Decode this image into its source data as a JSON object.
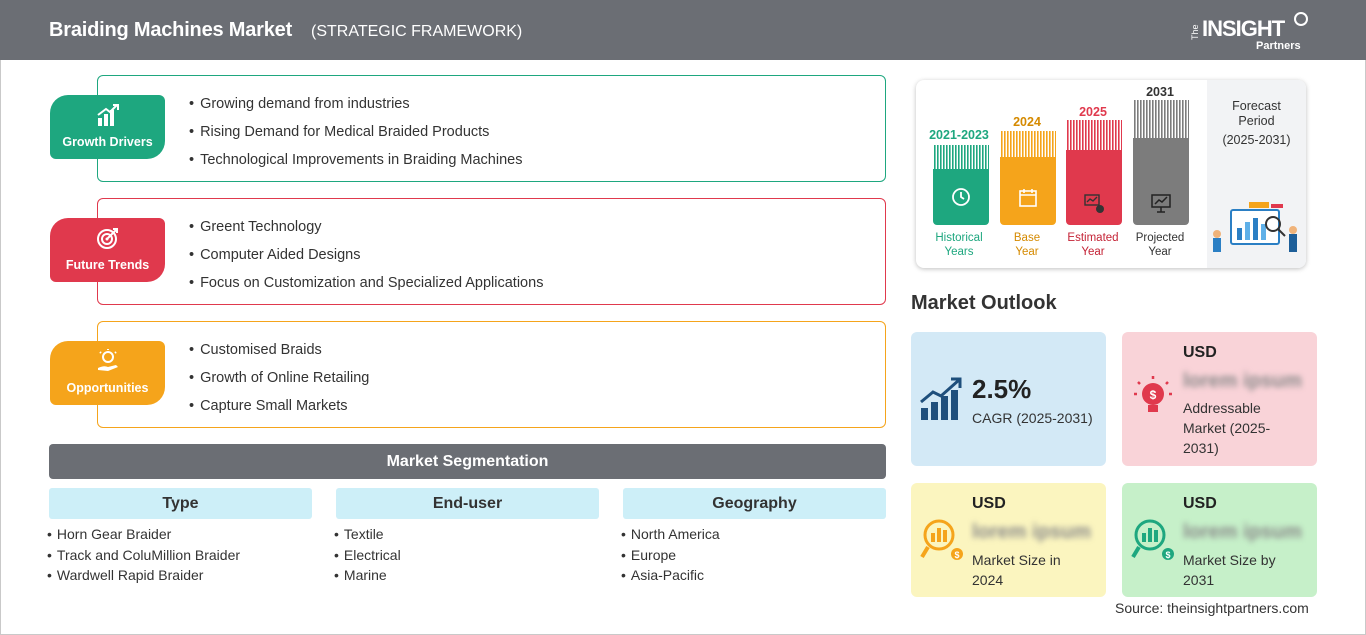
{
  "header": {
    "title": "Braiding Machines Market",
    "subtitle": "(STRATEGIC FRAMEWORK)",
    "logo_the": "The",
    "logo_insight": "INSIGHT",
    "logo_partners": "Partners"
  },
  "framework": [
    {
      "label": "Growth Drivers",
      "color": "#1ea77f",
      "items": [
        "Growing demand from industries",
        "Rising Demand for Medical Braided Products",
        "Technological Improvements in Braiding Machines"
      ]
    },
    {
      "label": "Future Trends",
      "color": "#e0394d",
      "items": [
        "Greent Technology",
        "Computer Aided Designs",
        "Focus on Customization and Specialized Applications"
      ]
    },
    {
      "label": "Opportunities",
      "color": "#f5a41b",
      "items": [
        "Customised Braids",
        "Growth of Online Retailing",
        "Capture Small Markets"
      ]
    }
  ],
  "segmentation": {
    "title": "Market Segmentation",
    "columns": [
      {
        "head": "Type",
        "items": [
          "Horn Gear Braider",
          "Track and ColuMillion Braider",
          "Wardwell Rapid Braider"
        ]
      },
      {
        "head": "End-user",
        "items": [
          "Textile",
          "Electrical",
          "Marine"
        ]
      },
      {
        "head": "Geography",
        "items": [
          "North America",
          "Europe",
          "Asia-Pacific"
        ]
      }
    ]
  },
  "timeline": {
    "columns": [
      {
        "year": "2021-2023",
        "caption_1": "Historical",
        "caption_2": "Years",
        "color": "#1ea77f"
      },
      {
        "year": "2024",
        "caption_1": "Base",
        "caption_2": "Year",
        "color": "#f5a41b"
      },
      {
        "year": "2025",
        "caption_1": "Estimated",
        "caption_2": "Year",
        "color": "#e0394d"
      },
      {
        "year": "2031",
        "caption_1": "Projected",
        "caption_2": "Year",
        "color": "#7c7c7c"
      }
    ],
    "forecast_1": "Forecast",
    "forecast_2": "Period",
    "forecast_3": "(2025-2031)"
  },
  "outlook": {
    "title": "Market Outlook",
    "cagr_value": "2.5%",
    "cagr_label": "CAGR (2025-2031)",
    "addressable_usd": "USD",
    "addressable_value": "lorem ipsum",
    "addressable_l1": "Addressable",
    "addressable_l2": "Market (2025-",
    "addressable_l3": "2031)",
    "size2024_usd": "USD",
    "size2024_value": "lorem ipsum",
    "size2024_l1": "Market Size in",
    "size2024_l2": "2024",
    "size2031_usd": "USD",
    "size2031_value": "lorem ipsum",
    "size2031_l1": "Market Size by",
    "size2031_l2": "2031",
    "colors": {
      "cagr": "#d3e9f6",
      "addressable": "#f9d3d8",
      "size2024": "#fbf5bf",
      "size2031": "#c6f0c9"
    }
  },
  "source": "Source: theinsightpartners.com"
}
